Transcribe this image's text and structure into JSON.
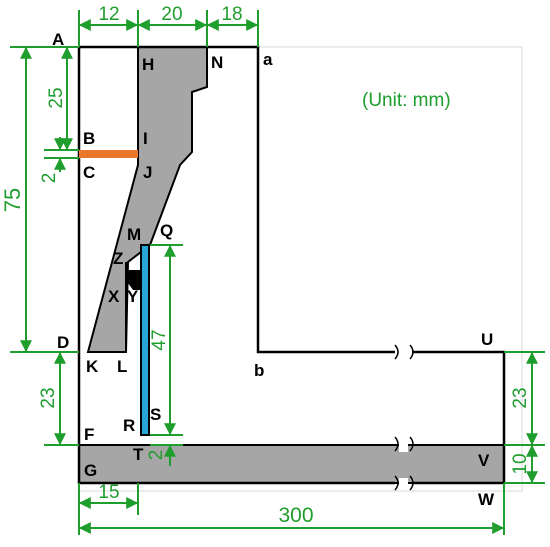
{
  "colors": {
    "outline": "#000000",
    "fill_gray": "#a6a6a6",
    "dimension_green": "#1f9e2e",
    "orange_bar": "#e8782a",
    "blue_bar": "#29a6d9"
  },
  "unit_label": "(Unit: mm)",
  "point_labels": {
    "A": "A",
    "H": "H",
    "N": "N",
    "a": "a",
    "B": "B",
    "I": "I",
    "C": "C",
    "J": "J",
    "M": "M",
    "Q": "Q",
    "Z": "Z",
    "X": "X",
    "Y": "Y",
    "D": "D",
    "K": "K",
    "L": "L",
    "b": "b",
    "U": "U",
    "R": "R",
    "S": "S",
    "F": "F",
    "T": "T",
    "G": "G",
    "V": "V",
    "W": "W"
  },
  "dimensions": {
    "top_12": "12",
    "top_20": "20",
    "top_18": "18",
    "left_25": "25",
    "left_2": "2",
    "left_75": "75",
    "left_23": "23",
    "inner_47": "47",
    "inner_2": "2",
    "right_23": "23",
    "right_10": "10",
    "bottom_15": "15",
    "bottom_300": "300"
  }
}
